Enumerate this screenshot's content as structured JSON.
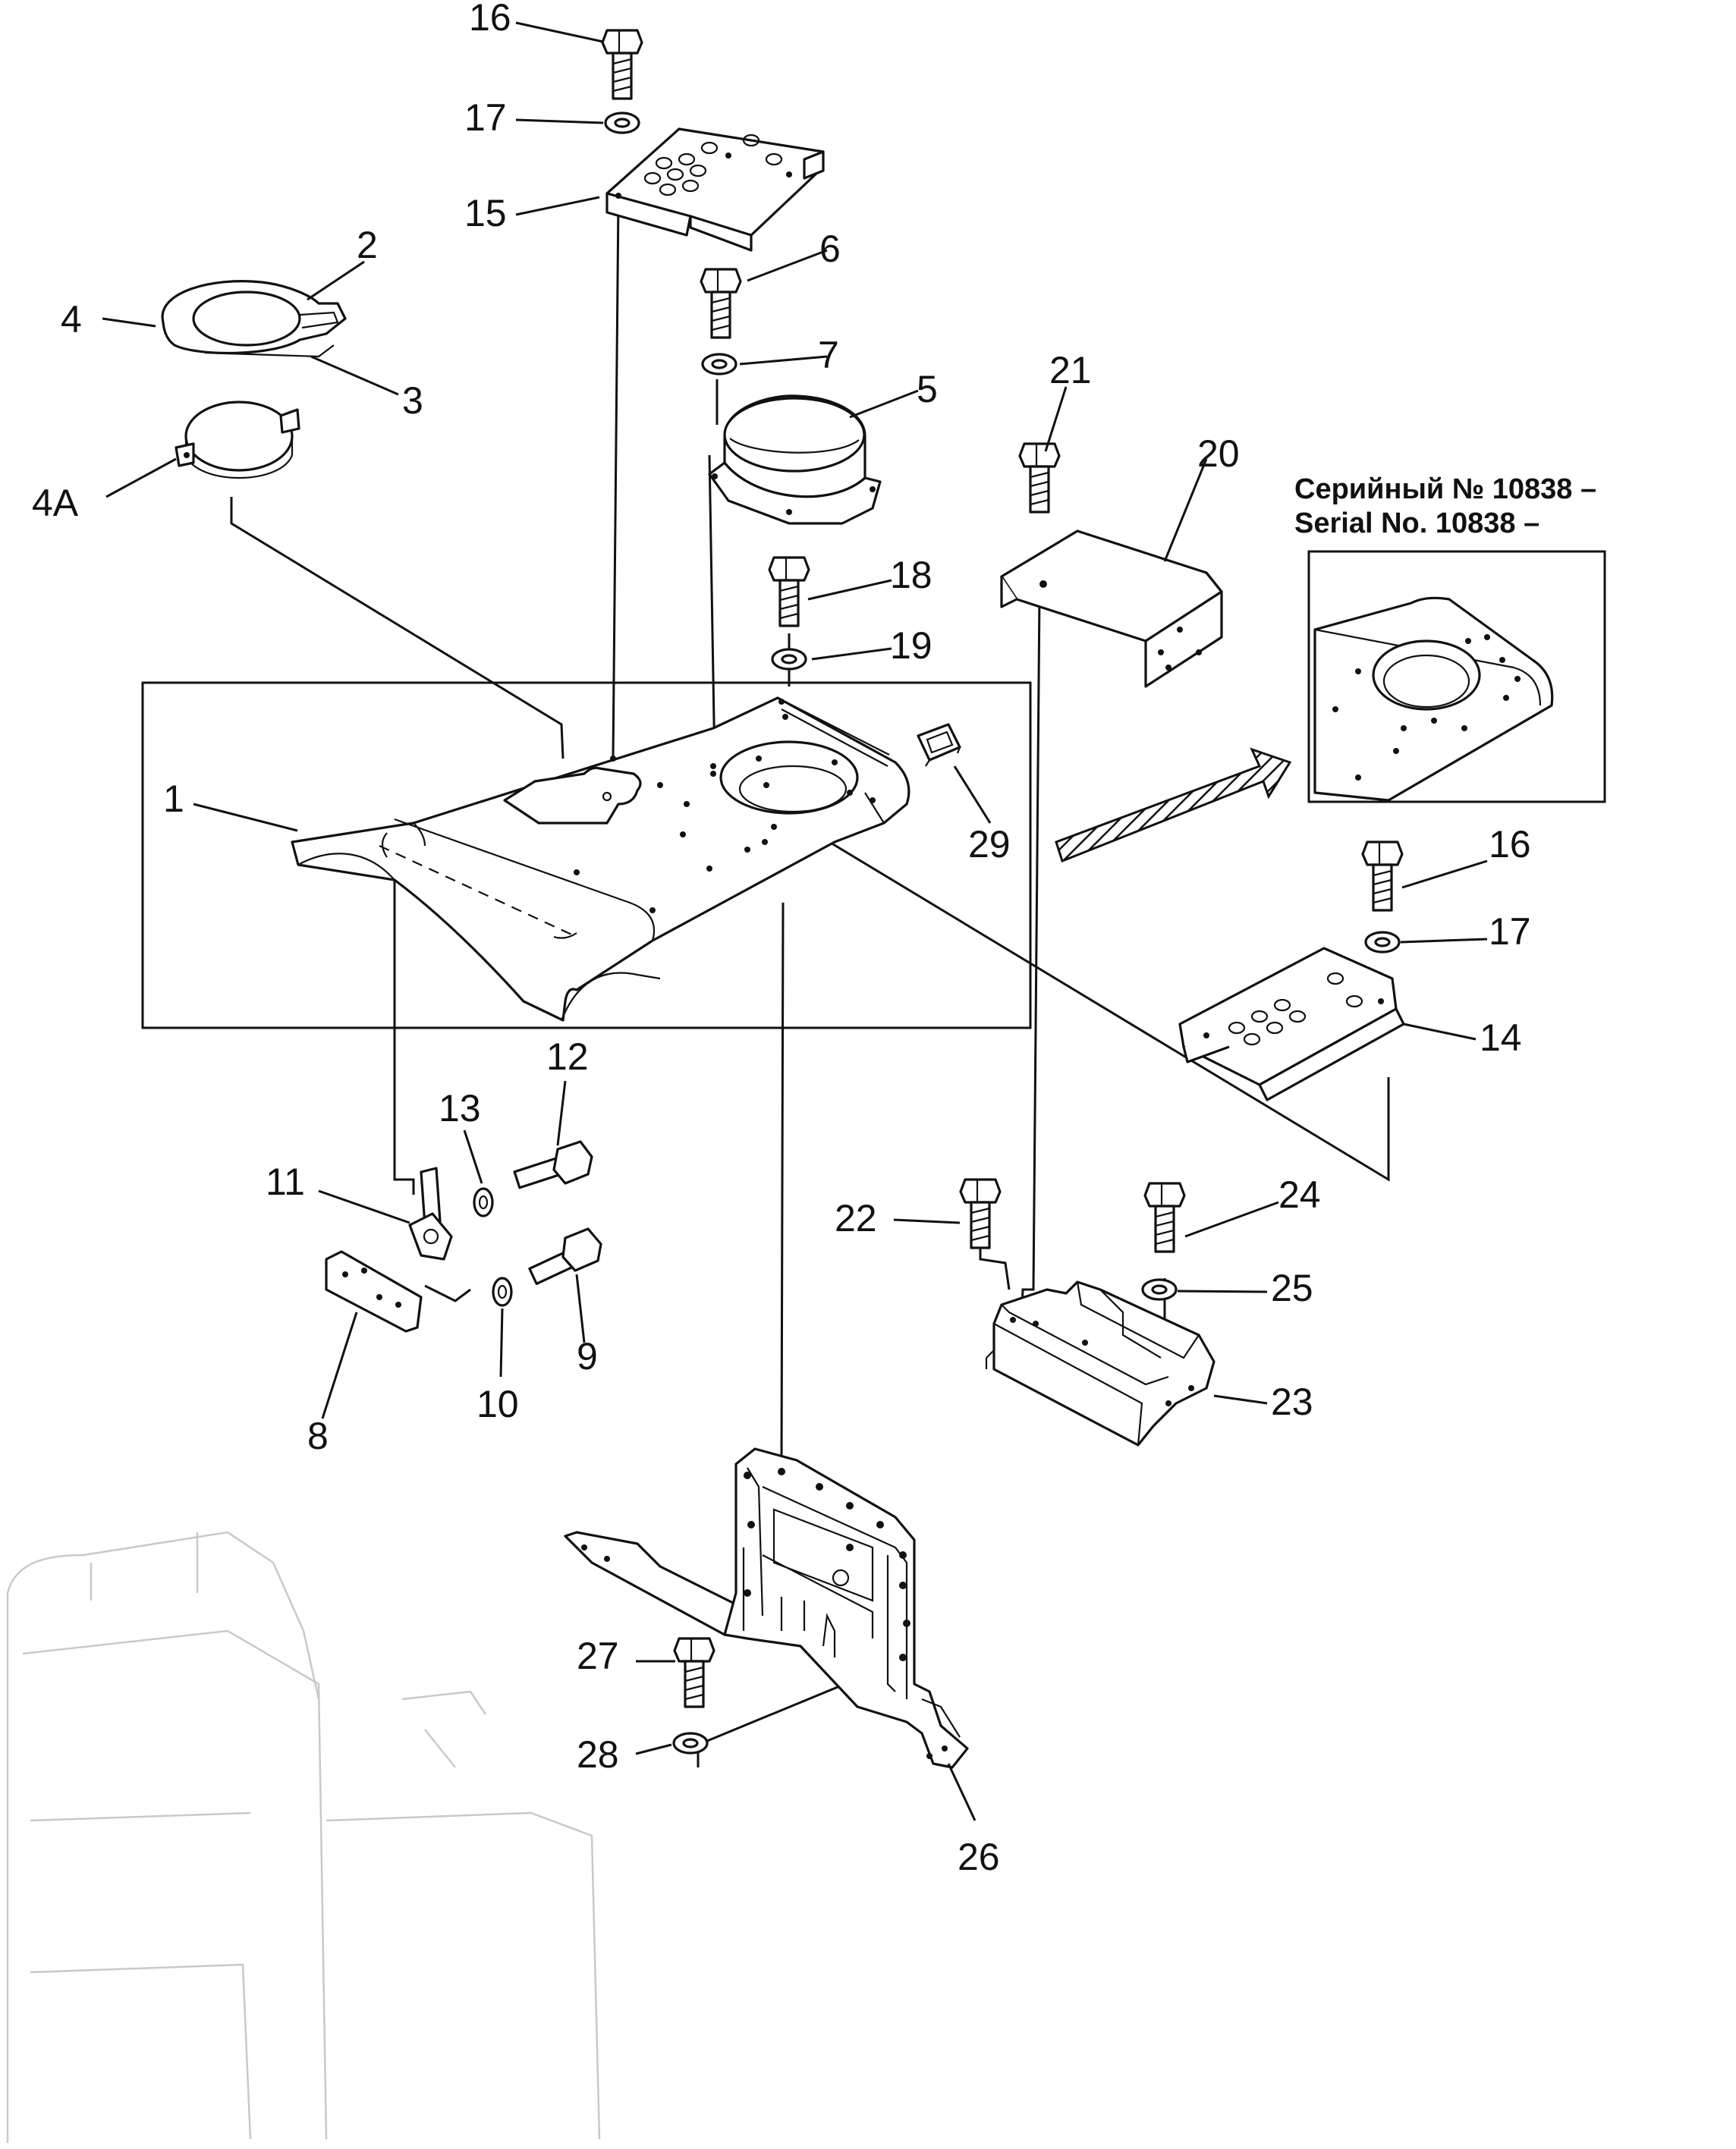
{
  "serial_note": {
    "line1": "Серийный № 10838 –",
    "line2": "Serial No. 10838 –"
  },
  "callouts": [
    {
      "id": "c1",
      "text": "1"
    },
    {
      "id": "c2",
      "text": "2"
    },
    {
      "id": "c3",
      "text": "3"
    },
    {
      "id": "c4",
      "text": "4"
    },
    {
      "id": "c4a",
      "text": "4A"
    },
    {
      "id": "c5",
      "text": "5"
    },
    {
      "id": "c6",
      "text": "6"
    },
    {
      "id": "c7",
      "text": "7"
    },
    {
      "id": "c8",
      "text": "8"
    },
    {
      "id": "c9",
      "text": "9"
    },
    {
      "id": "c10",
      "text": "10"
    },
    {
      "id": "c11",
      "text": "11"
    },
    {
      "id": "c12",
      "text": "12"
    },
    {
      "id": "c13",
      "text": "13"
    },
    {
      "id": "c14",
      "text": "14"
    },
    {
      "id": "c15",
      "text": "15"
    },
    {
      "id": "c16a",
      "text": "16"
    },
    {
      "id": "c16b",
      "text": "16"
    },
    {
      "id": "c17a",
      "text": "17"
    },
    {
      "id": "c17b",
      "text": "17"
    },
    {
      "id": "c18",
      "text": "18"
    },
    {
      "id": "c19",
      "text": "19"
    },
    {
      "id": "c20",
      "text": "20"
    },
    {
      "id": "c21",
      "text": "21"
    },
    {
      "id": "c22",
      "text": "22"
    },
    {
      "id": "c23",
      "text": "23"
    },
    {
      "id": "c24",
      "text": "24"
    },
    {
      "id": "c25",
      "text": "25"
    },
    {
      "id": "c26",
      "text": "26"
    },
    {
      "id": "c27",
      "text": "27"
    },
    {
      "id": "c28",
      "text": "28"
    },
    {
      "id": "c29",
      "text": "29"
    }
  ]
}
